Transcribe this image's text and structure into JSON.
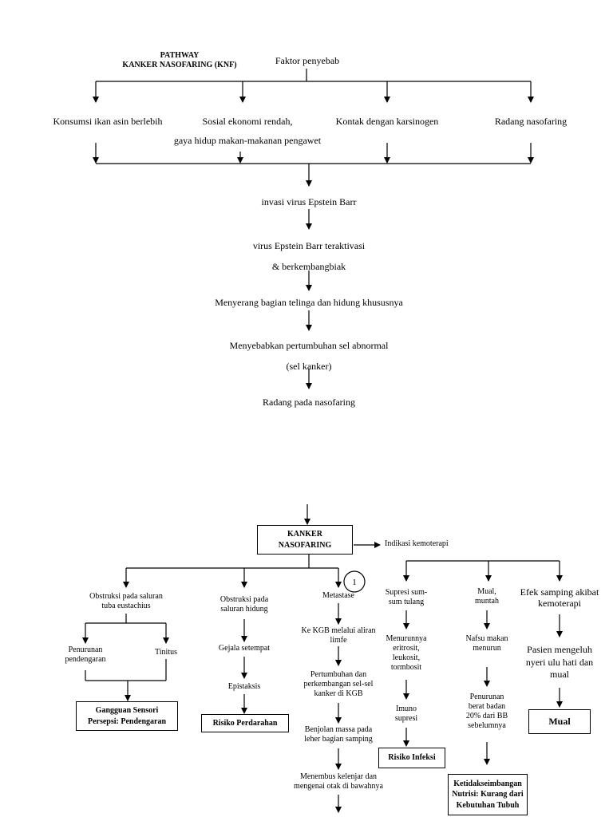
{
  "header": {
    "title_line1": "PATHWAY",
    "title_line2": "KANKER NASOFARING (KNF)",
    "root": "Faktor penyebab"
  },
  "causes": {
    "c1": "Konsumsi ikan asin berlebih",
    "c2_line1": "Sosial ekonomi rendah,",
    "c2_line2": "gaya hidup makan-makanan pengawet",
    "c3": "Kontak dengan karsinogen",
    "c4": "Radang nasofaring"
  },
  "chain": {
    "s1": "invasi virus Epstein Barr",
    "s2_line1": "virus Epstein Barr teraktivasi",
    "s2_line2": "& berkembangbiak",
    "s3": "Menyerang bagian telinga dan hidung khususnya",
    "s4_line1": "Menyebabkan pertumbuhan sel abnormal",
    "s4_line2": "(sel kanker)",
    "s5": "Radang pada nasofaring"
  },
  "knf": {
    "box_line1": "KANKER",
    "box_line2": "NASOFARING",
    "indication": "Indikasi kemoterapi",
    "connector_label": "1"
  },
  "left_branch": {
    "obs1_line1": "Obstruksi pada saluran",
    "obs1_line2": "tuba eustachius",
    "hear_line1": "Penurunan",
    "hear_line2": "pendengaran",
    "tinnitus": "Tinitus",
    "dx1_line1": "Gangguan Sensori",
    "dx1_line2": "Persepsi: Pendengaran",
    "obs2_line1": "Obstruksi pada",
    "obs2_line2": "saluran hidung",
    "local": "Gejala setempat",
    "epistaxis": "Epistaksis",
    "dx2": "Risiko Perdarahan"
  },
  "metastasis": {
    "m0": "Metastase",
    "m1_line1": "Ke KGB melalui aliran",
    "m1_line2": "limfe",
    "m2_line1": "Pertumbuhan dan",
    "m2_line2": "perkembangan sel-sel",
    "m2_line3": "kanker di KGB",
    "m3_line1": "Benjolan massa pada",
    "m3_line2": "leher bagian samping",
    "m4_line1": "Menembus kelenjar dan",
    "m4_line2": "mengenai otak di bawahnya"
  },
  "chemo": {
    "sup_line1": "Supresi sum-",
    "sup_line2": "sum tulang",
    "sup2_line1": "Menurunnya",
    "sup2_line2": "eritrosit,",
    "sup2_line3": "leukosit,",
    "sup2_line4": "tormbosit",
    "sup3_line1": "Imuno",
    "sup3_line2": "supresi",
    "dx3": "Risiko Infeksi",
    "nau_line1": "Mual,",
    "nau_line2": "muntah",
    "nau2_line1": "Nafsu makan",
    "nau2_line2": "menurun",
    "nau3_line1": "Penurunan",
    "nau3_line2": "berat badan",
    "nau3_line3": "20% dari BB",
    "nau3_line4": "sebelumnya",
    "dx4_line1": "Ketidakseimbangan",
    "dx4_line2": "Nutrisi: Kurang dari",
    "dx4_line3": "Kebutuhan Tubuh",
    "side_line1": "Efek samping akibat",
    "side_line2": "kemoterapi",
    "side2_line1": "Pasien mengeluh",
    "side2_line2": "nyeri ulu hati dan",
    "side2_line3": "mual",
    "dx5": "Mual"
  }
}
